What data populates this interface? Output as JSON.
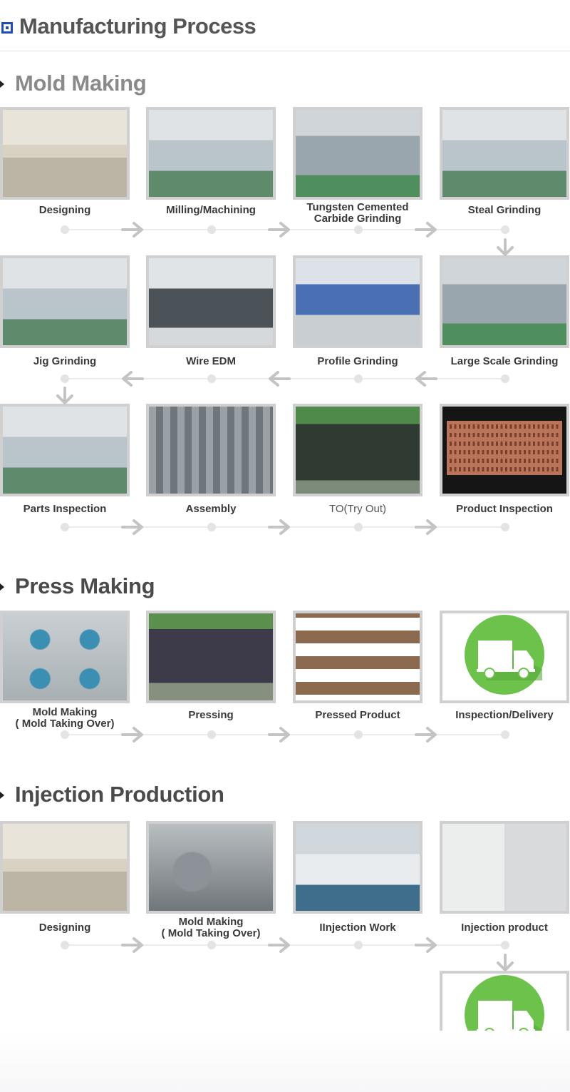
{
  "header": {
    "title": "Manufacturing Process"
  },
  "sections": {
    "mold": {
      "title": "Mold Making",
      "steps": [
        "Designing",
        "Milling/Machining",
        "Tungsten Cemented\nCarbide Grinding",
        "Steal Grinding",
        "Jig Grinding",
        "Wire EDM",
        "Profile Grinding",
        "Large Scale Grinding",
        "Parts Inspection",
        "Assembly",
        "TO(Try Out)",
        "Product Inspection"
      ]
    },
    "press": {
      "title": "Press Making",
      "steps": [
        "Mold Making\n( Mold Taking Over)",
        "Pressing",
        "Pressed Product",
        "Inspection/Delivery"
      ]
    },
    "injection": {
      "title": "Injection Production",
      "steps": [
        "Designing",
        "Mold Making\n( Mold Taking Over)",
        "IInjection Work",
        "Injection product",
        "Inspection/Delivery"
      ]
    }
  },
  "colors": {
    "accent_blue": "#1f4fb5",
    "frame_gray": "#d0d0d0",
    "connector_arrow": "#c4c4c4",
    "truck_green": "#6cc24a"
  }
}
